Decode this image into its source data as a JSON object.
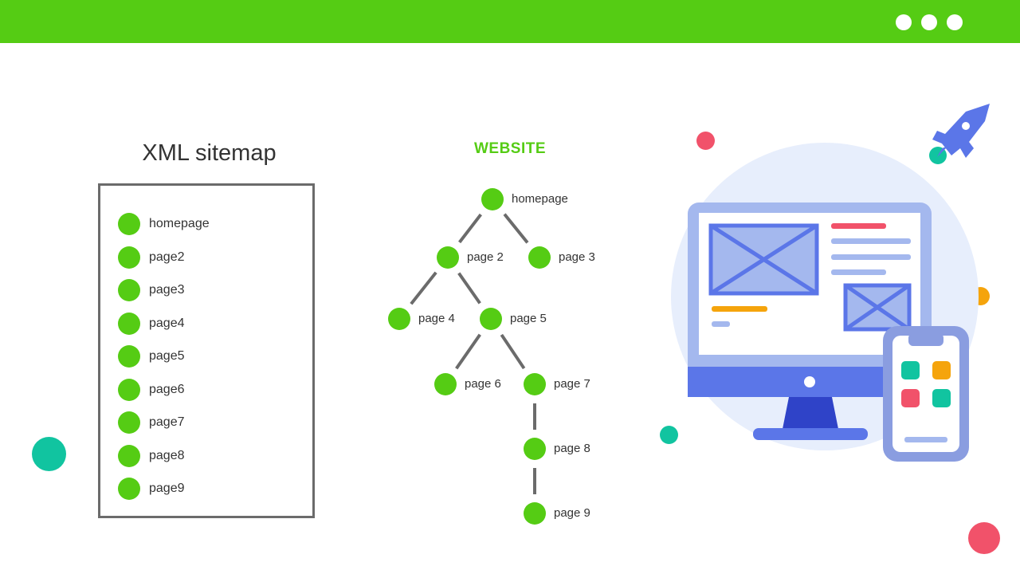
{
  "colors": {
    "brand_green": "#55cc14",
    "node_green": "#55cc14",
    "line_gray": "#6b6b6b",
    "accent_blue": "#5b76e8",
    "accent_red": "#f1526a",
    "accent_teal": "#11c4a0",
    "accent_orange": "#f5a40c"
  },
  "window_controls": [
    "dot",
    "dot",
    "dot"
  ],
  "sitemap": {
    "title": "XML sitemap",
    "items": [
      "homepage",
      "page2",
      "page3",
      "page4",
      "page5",
      "page6",
      "page7",
      "page8",
      "page9"
    ]
  },
  "website": {
    "title": "WEBSITE",
    "nodes": [
      {
        "id": "homepage",
        "label": "homepage"
      },
      {
        "id": "p2",
        "label": "page 2"
      },
      {
        "id": "p3",
        "label": "page 3"
      },
      {
        "id": "p4",
        "label": "page 4"
      },
      {
        "id": "p5",
        "label": "page 5"
      },
      {
        "id": "p6",
        "label": "page 6"
      },
      {
        "id": "p7",
        "label": "page 7"
      },
      {
        "id": "p8",
        "label": "page 8"
      },
      {
        "id": "p9",
        "label": "page 9"
      }
    ],
    "edges": [
      [
        "homepage",
        "p2"
      ],
      [
        "homepage",
        "p3"
      ],
      [
        "p2",
        "p4"
      ],
      [
        "p2",
        "p5"
      ],
      [
        "p5",
        "p6"
      ],
      [
        "p5",
        "p7"
      ],
      [
        "p7",
        "p8"
      ],
      [
        "p8",
        "p9"
      ]
    ]
  },
  "illustration": {
    "icons": [
      "rocket-icon",
      "desktop-monitor-icon",
      "smartphone-icon",
      "envelope-icon"
    ]
  }
}
